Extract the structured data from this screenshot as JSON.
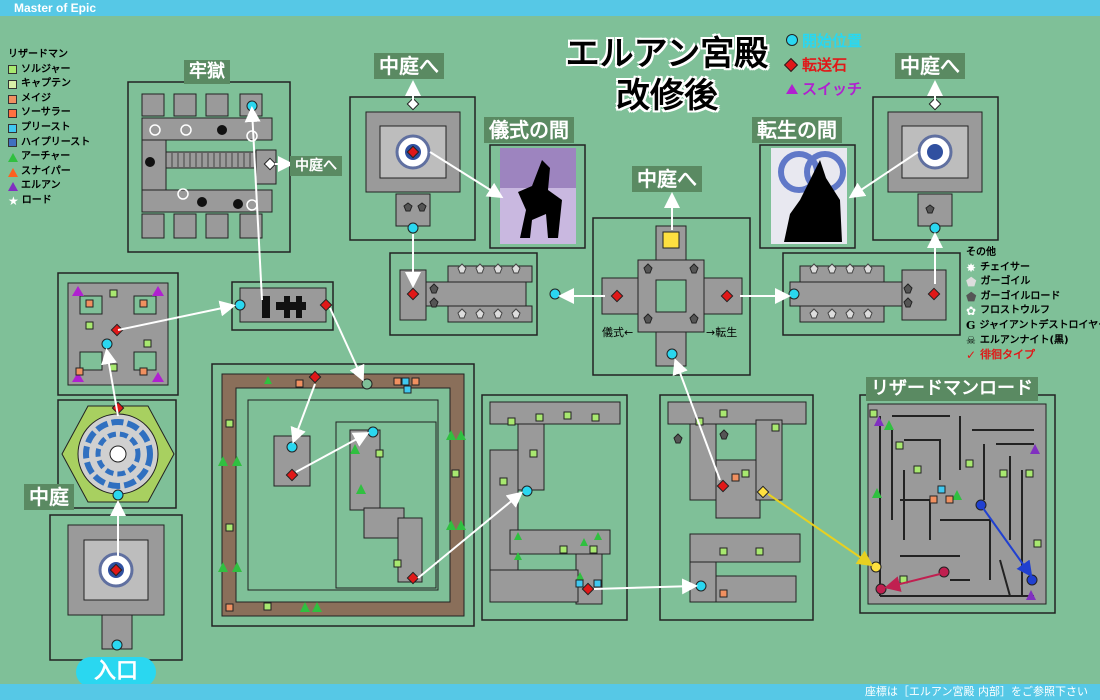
{
  "app_title": "Master of Epic",
  "title": {
    "line1": "エルアン宮殿",
    "line2": "改修後"
  },
  "key": {
    "start": "開始位置",
    "teleport": "転送石",
    "switch": "スイッチ"
  },
  "colors": {
    "start": "#2ad7f0",
    "teleport": "#e01818",
    "switch": "#b020d0",
    "bg": "#7fc098",
    "room": "#9a9a9a",
    "label_bg": "#5a8a62"
  },
  "legend_lizard": {
    "title": "リザードマン",
    "items": [
      {
        "label": "ソルジャー",
        "color": "#a8e870",
        "shape": "square"
      },
      {
        "label": "キャプテン",
        "color": "#d8f0a8",
        "shape": "square"
      },
      {
        "label": "メイジ",
        "color": "#f09060",
        "shape": "square"
      },
      {
        "label": "ソーサラー",
        "color": "#ff7040",
        "shape": "square"
      },
      {
        "label": "プリースト",
        "color": "#40c8f0",
        "shape": "square"
      },
      {
        "label": "ハイプリースト",
        "color": "#4070c0",
        "shape": "square"
      },
      {
        "label": "アーチャー",
        "color": "#30c040",
        "shape": "triangle"
      },
      {
        "label": "スナイパー",
        "color": "#ff6020",
        "shape": "triangle"
      },
      {
        "label": "エルアン",
        "color": "#8030c0",
        "shape": "triangle"
      },
      {
        "label": "ロード",
        "color": "#ffffff",
        "shape": "star"
      }
    ]
  },
  "legend_other": {
    "title": "その他",
    "items": [
      {
        "label": "チェイサー",
        "icon": "chaser-icon"
      },
      {
        "label": "ガーゴイル",
        "icon": "gargoyle-icon"
      },
      {
        "label": "ガーゴイルロード",
        "icon": "gargoyle-lord-icon"
      },
      {
        "label": "フロストウルフ",
        "icon": "frost-wolf-icon"
      },
      {
        "label": "ジャイアントデストロイヤー",
        "icon": "giant-destroyer-icon"
      },
      {
        "label": "エルアンナイト(黒)",
        "icon": "skull-icon"
      },
      {
        "label": "徘徊タイプ",
        "icon": "wander-icon"
      }
    ]
  },
  "areas": {
    "prison": "牢獄",
    "courtyard_a": "中庭へ",
    "courtyard_b": "中庭へ",
    "courtyard_c": "中庭へ",
    "courtyard_d": "中庭へ",
    "ritual_hall": "儀式の間",
    "rebirth_hall": "転生の間",
    "courtyard": "中庭",
    "lizard_lord": "リザードマンロード",
    "entrance": "入口",
    "ritual_arrow": "儀式←",
    "rebirth_arrow": "→転生"
  },
  "footer": "座標は［エルアン宮殿 内部］をご参照下さい"
}
